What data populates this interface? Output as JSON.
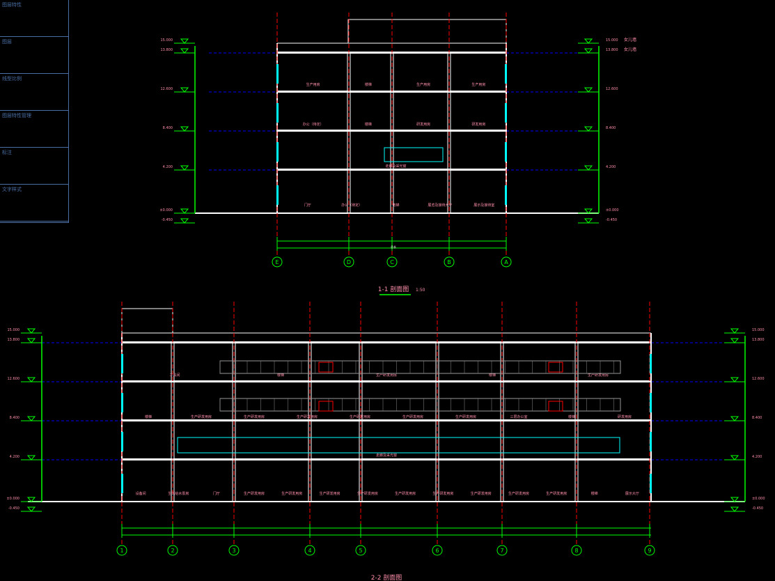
{
  "layer_panel": {
    "items": [
      {
        "label": "图层特性"
      },
      {
        "label": "图层"
      },
      {
        "label": "线型比例"
      },
      {
        "label": "图层特性管理"
      },
      {
        "label": "标注"
      },
      {
        "label": "文字样式"
      }
    ]
  },
  "section_top": {
    "title": "1-1  剖面图",
    "scale": "1:50",
    "axes": [
      "E",
      "D",
      "C",
      "B",
      "A"
    ],
    "elevations": [
      "-0.450",
      "±0.000",
      "4.200",
      "8.400",
      "12.600",
      "13.800",
      "15.000"
    ],
    "elevation_notes": [
      "女儿墙",
      "女儿墙"
    ],
    "rooms": [
      "生产用房",
      "楼梯",
      "生产用房",
      "生产用房",
      "办公（待定）",
      "楼梯",
      "研发用房",
      "研发用房",
      "走廊及采光窗",
      "门厅",
      "办公（待定）",
      "电梯",
      "展览及接待大厅",
      "展示及接待室"
    ],
    "total_dim": "总长"
  },
  "section_bottom": {
    "title": "2-2  剖面图",
    "axes": [
      "1",
      "2",
      "3",
      "4",
      "5",
      "6",
      "7",
      "8",
      "9"
    ],
    "elevations": [
      "-0.450",
      "±0.000",
      "4.200",
      "8.400",
      "12.600",
      "13.800",
      "15.000"
    ],
    "rooms_ground": [
      "设备间",
      "生活给水泵房",
      "门厅",
      "生产研发用房",
      "生产研发用房",
      "生产研发用房",
      "生产研发用房",
      "生产研发用房",
      "生产研发用房",
      "生产研发用房",
      "生产研发用房",
      "生产研发用房",
      "楼梯",
      "展示大厅"
    ],
    "rooms_floor2": [
      "走廊及采光窗"
    ],
    "rooms_floor3": [
      "楼梯",
      "生产研发用房",
      "生产研发用房",
      "生产研发用房",
      "生产研发用房",
      "生产研发用房",
      "生产研发用房",
      "三层办公室",
      "楼梯",
      "研发用房"
    ],
    "rooms_floor4": [
      "工具间",
      "楼梯",
      "生产研发用房",
      "楼梯",
      "生产研发用房"
    ]
  },
  "colors": {
    "wall": "#ffffff",
    "dim": "#00ff00",
    "text": "#ff8fab",
    "glass": "#00ffff",
    "axis": "#ff0000",
    "level": "#0000ff"
  }
}
